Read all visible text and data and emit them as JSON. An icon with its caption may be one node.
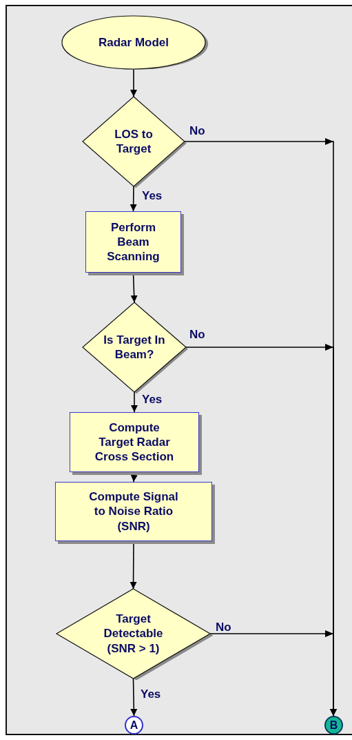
{
  "diagram": {
    "nodes": [
      {
        "text": [
          "Radar Model"
        ]
      },
      {
        "text": [
          "LOS to Target"
        ]
      },
      {
        "text": [
          "Perform Beam Scanning"
        ]
      },
      {
        "text": [
          "Is Target In Beam?"
        ]
      },
      {
        "text": [
          "Compute Target Radar Cross Section"
        ]
      },
      {
        "text": [
          "Compute Signal to Noise Ratio (SNR)"
        ]
      },
      {
        "text": [
          "Target Detectable (SNR > 1)"
        ]
      },
      {
        "text": [
          "A"
        ]
      },
      {
        "text": [
          "B"
        ]
      }
    ],
    "edges": [
      {
        "from": 0,
        "to": 1,
        "arrow": "to"
      },
      {
        "from": 1,
        "to": 2,
        "arrow": "to",
        "label": "Yes"
      },
      {
        "from": 2,
        "to": 3,
        "arrow": "to"
      },
      {
        "from": 3,
        "to": 4,
        "arrow": "to",
        "label": "Yes"
      },
      {
        "from": 4,
        "to": 5,
        "arrow": "to"
      },
      {
        "from": 5,
        "to": 6,
        "arrow": "to"
      },
      {
        "from": 6,
        "to": 7,
        "arrow": "to",
        "label": "Yes"
      },
      {
        "from": 1,
        "to": 8,
        "arrow": "to",
        "label": "No"
      },
      {
        "from": 3,
        "to": 8,
        "arrow": "to",
        "label": "No"
      },
      {
        "from": 6,
        "to": 8,
        "arrow": "to",
        "label": "No"
      }
    ]
  }
}
